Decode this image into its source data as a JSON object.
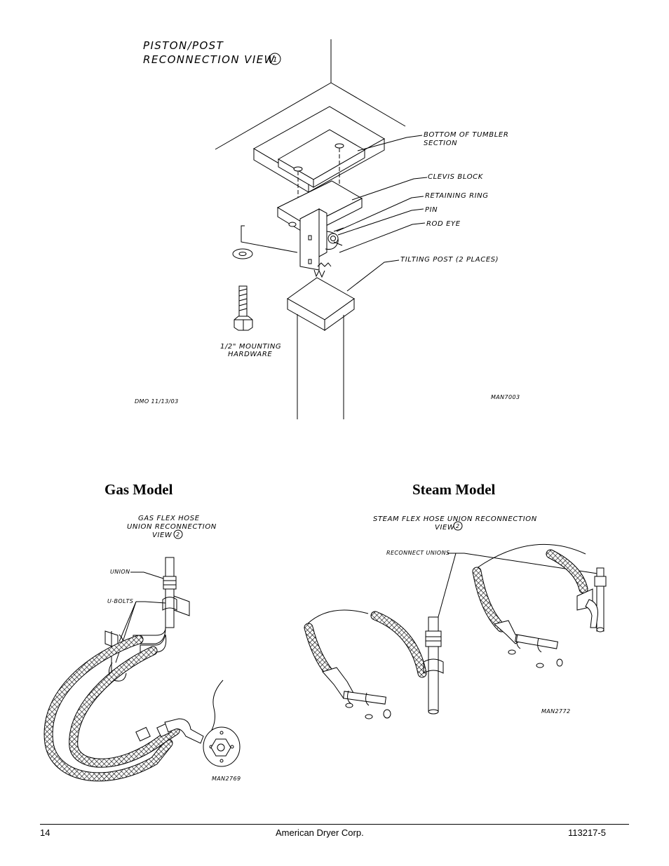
{
  "top_view": {
    "title_line1": "PISTON/POST",
    "title_line2": "RECONNECTION VIEW",
    "view_number": "1",
    "labels": {
      "bottom_tumbler_1": "BOTTOM OF TUMBLER",
      "bottom_tumbler_2": "SECTION",
      "clevis_block": "CLEVIS BLOCK",
      "retaining_ring": "RETAINING RING",
      "pin": "PIN",
      "rod_eye": "ROD EYE",
      "tilting_post": "TILTING POST (2 PLACES)",
      "mounting_1": "1/2\" MOUNTING",
      "mounting_2": "HARDWARE"
    },
    "drawing_date": "DMO 11/13/03",
    "drawing_code": "MAN7003"
  },
  "gas_model": {
    "heading": "Gas Model",
    "view_title_1": "GAS FLEX HOSE",
    "view_title_2": "UNION RECONNECTION",
    "view_title_3": "VIEW",
    "view_number": "2",
    "labels": {
      "union": "UNION",
      "u_bolts": "U-BOLTS"
    },
    "drawing_code": "MAN2769"
  },
  "steam_model": {
    "heading": "Steam Model",
    "view_title_1": "STEAM FLEX HOSE UNION RECONNECTION",
    "view_title_2": "VIEW",
    "view_number": "2",
    "labels": {
      "reconnect_unions": "RECONNECT UNIONS"
    },
    "drawing_code": "MAN2772"
  },
  "footer": {
    "page_number": "14",
    "company": "American Dryer Corp.",
    "doc_number": "113217-5"
  }
}
